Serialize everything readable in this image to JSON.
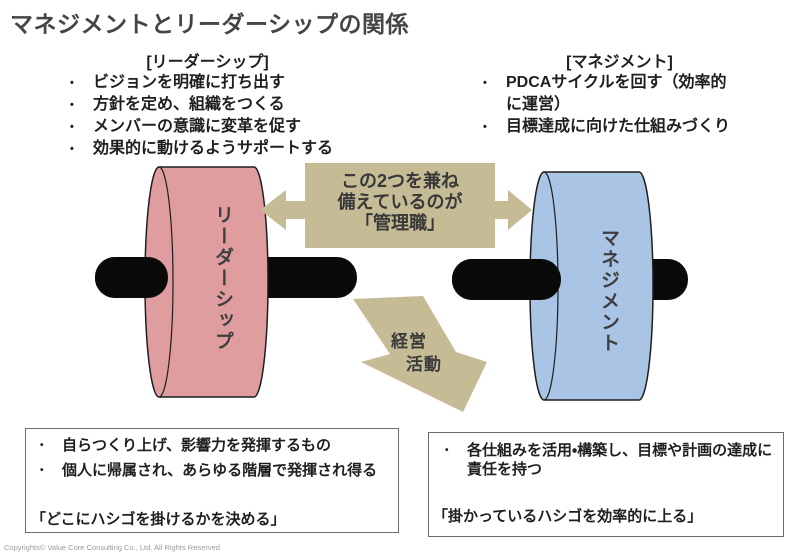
{
  "palette": {
    "wheel_left_fill": "#e09da0",
    "wheel_right_fill": "#a9c4e4",
    "tan": "#c5bc96",
    "axle": "#0a0a0a",
    "outline": "#1f1f1f"
  },
  "bullet_char": "•",
  "title": "マネジメントとリーダーシップの関係",
  "leadership_list": {
    "header": "[リーダーシップ]",
    "item1": "ビジョンを明確に打ち出す",
    "item2": "方針を定め、組織をつくる",
    "item3": "メンバーの意識に変革を促す",
    "item4": "効果的に動けるようサポートする"
  },
  "management_list": {
    "header": "[マネジメント]",
    "item1_line1": "PDCAサイクルを回す（効率的",
    "item1_line2": "に運営）",
    "item2": "目標達成に向けた仕組みづくり"
  },
  "diagram": {
    "left_wheel_label": "リーダーシップ",
    "right_wheel_label": "マネジメント",
    "center_line1": "この2つを兼ね",
    "center_line2": "備えているのが",
    "center_line3": "「管理職」",
    "activity_line1": "経営",
    "activity_line2": "活動"
  },
  "leadership_note": {
    "item1": "自らつくり上げ、影響力を発揮するもの",
    "item2": "個人に帰属され、あらゆる階層で発揮され得る",
    "quote": "「どこにハシゴを掛けるかを決める」"
  },
  "management_note": {
    "item1_line1": "各仕組みを活用・構築し、目標や計画の達成に",
    "item1_line2": "責任を持つ",
    "quote": "「掛かっているハシゴを効率的に上る」"
  },
  "footer": {
    "copyright": "Copyrights© Value Core Consulting Co., Ltd. All Rights Reserved."
  }
}
